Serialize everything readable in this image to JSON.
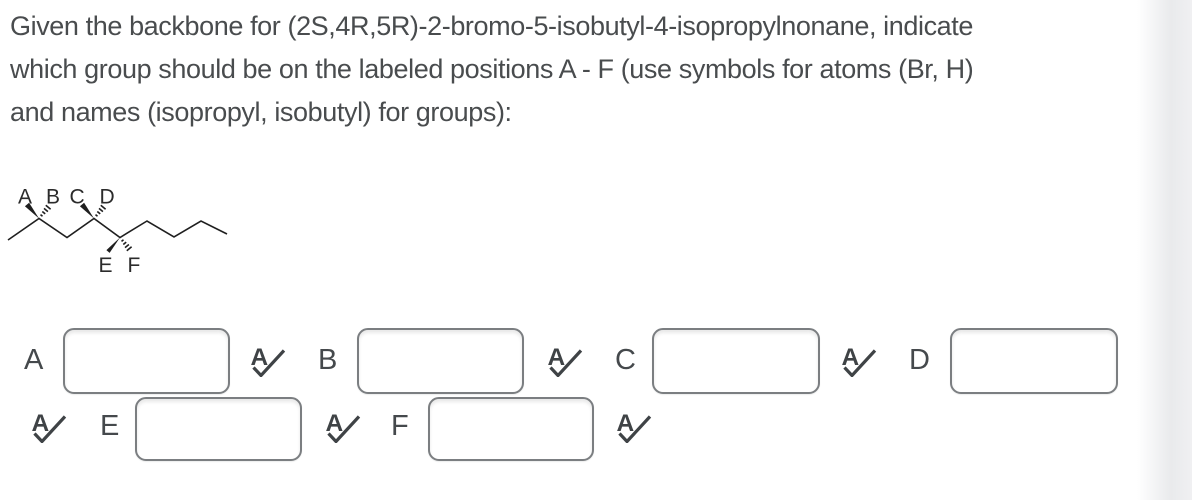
{
  "question": {
    "lines": [
      "Given the backbone for (2S,4R,5R)-2-bromo-5-isobutyl-4-isopropylnonane, indicate",
      "which group should be on the labeled positions A - F (use symbols for atoms (Br, H)",
      "and names (isopropyl, isobutyl) for groups):"
    ]
  },
  "molecule": {
    "labels": [
      "A",
      "B",
      "C",
      "D",
      "E",
      "F"
    ]
  },
  "answers": [
    {
      "label": "A",
      "value": "",
      "placeholder": ""
    },
    {
      "label": "B",
      "value": "",
      "placeholder": ""
    },
    {
      "label": "C",
      "value": "",
      "placeholder": ""
    },
    {
      "label": "D",
      "value": "",
      "placeholder": ""
    },
    {
      "label": "E",
      "value": "",
      "placeholder": ""
    },
    {
      "label": "F",
      "value": "",
      "placeholder": ""
    }
  ],
  "icons": {
    "spellcheck_letter": "A"
  },
  "colors": {
    "text": "#494c4e",
    "input_border": "#7b7e81",
    "icon": "#3f4346",
    "molecule_stroke": "#1f1f1f",
    "right_edge_fade": "#e9eaec"
  }
}
